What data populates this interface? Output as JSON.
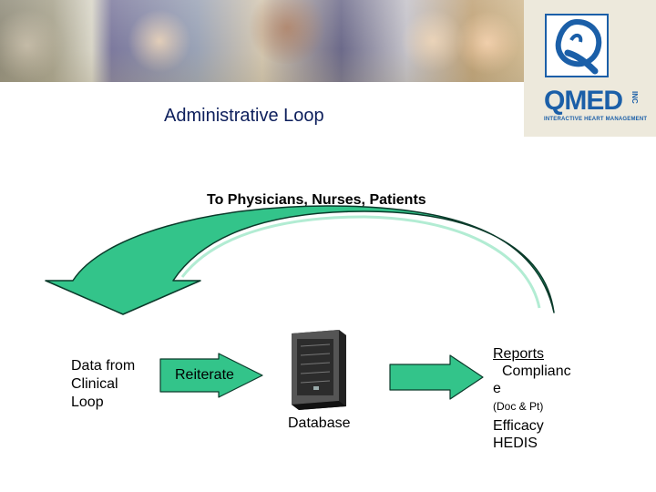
{
  "header": {
    "photo_strip": "header-photo-collage",
    "logo": {
      "name": "QMED",
      "inc": "INC",
      "tagline": "INTERACTIVE HEART MANAGEMENT"
    }
  },
  "slide": {
    "title": "Administrative Loop"
  },
  "diagram": {
    "arc_label": "To Physicians, Nurses, Patients",
    "left_label": [
      "Data from",
      "Clinical",
      "Loop"
    ],
    "reiterate_label": "Reiterate",
    "database_label": "Database",
    "reports": {
      "heading": "Reports",
      "line2": "Complianc",
      "line3": "e",
      "line4": "(Doc & Pt)",
      "line5": "Efficacy",
      "line6": "HEDIS"
    },
    "colors": {
      "arrow_fill": "#33c48a",
      "arrow_stroke": "#0a3a2a",
      "title": "#0d1f5c",
      "logo_blue": "#1b5fa8"
    }
  }
}
